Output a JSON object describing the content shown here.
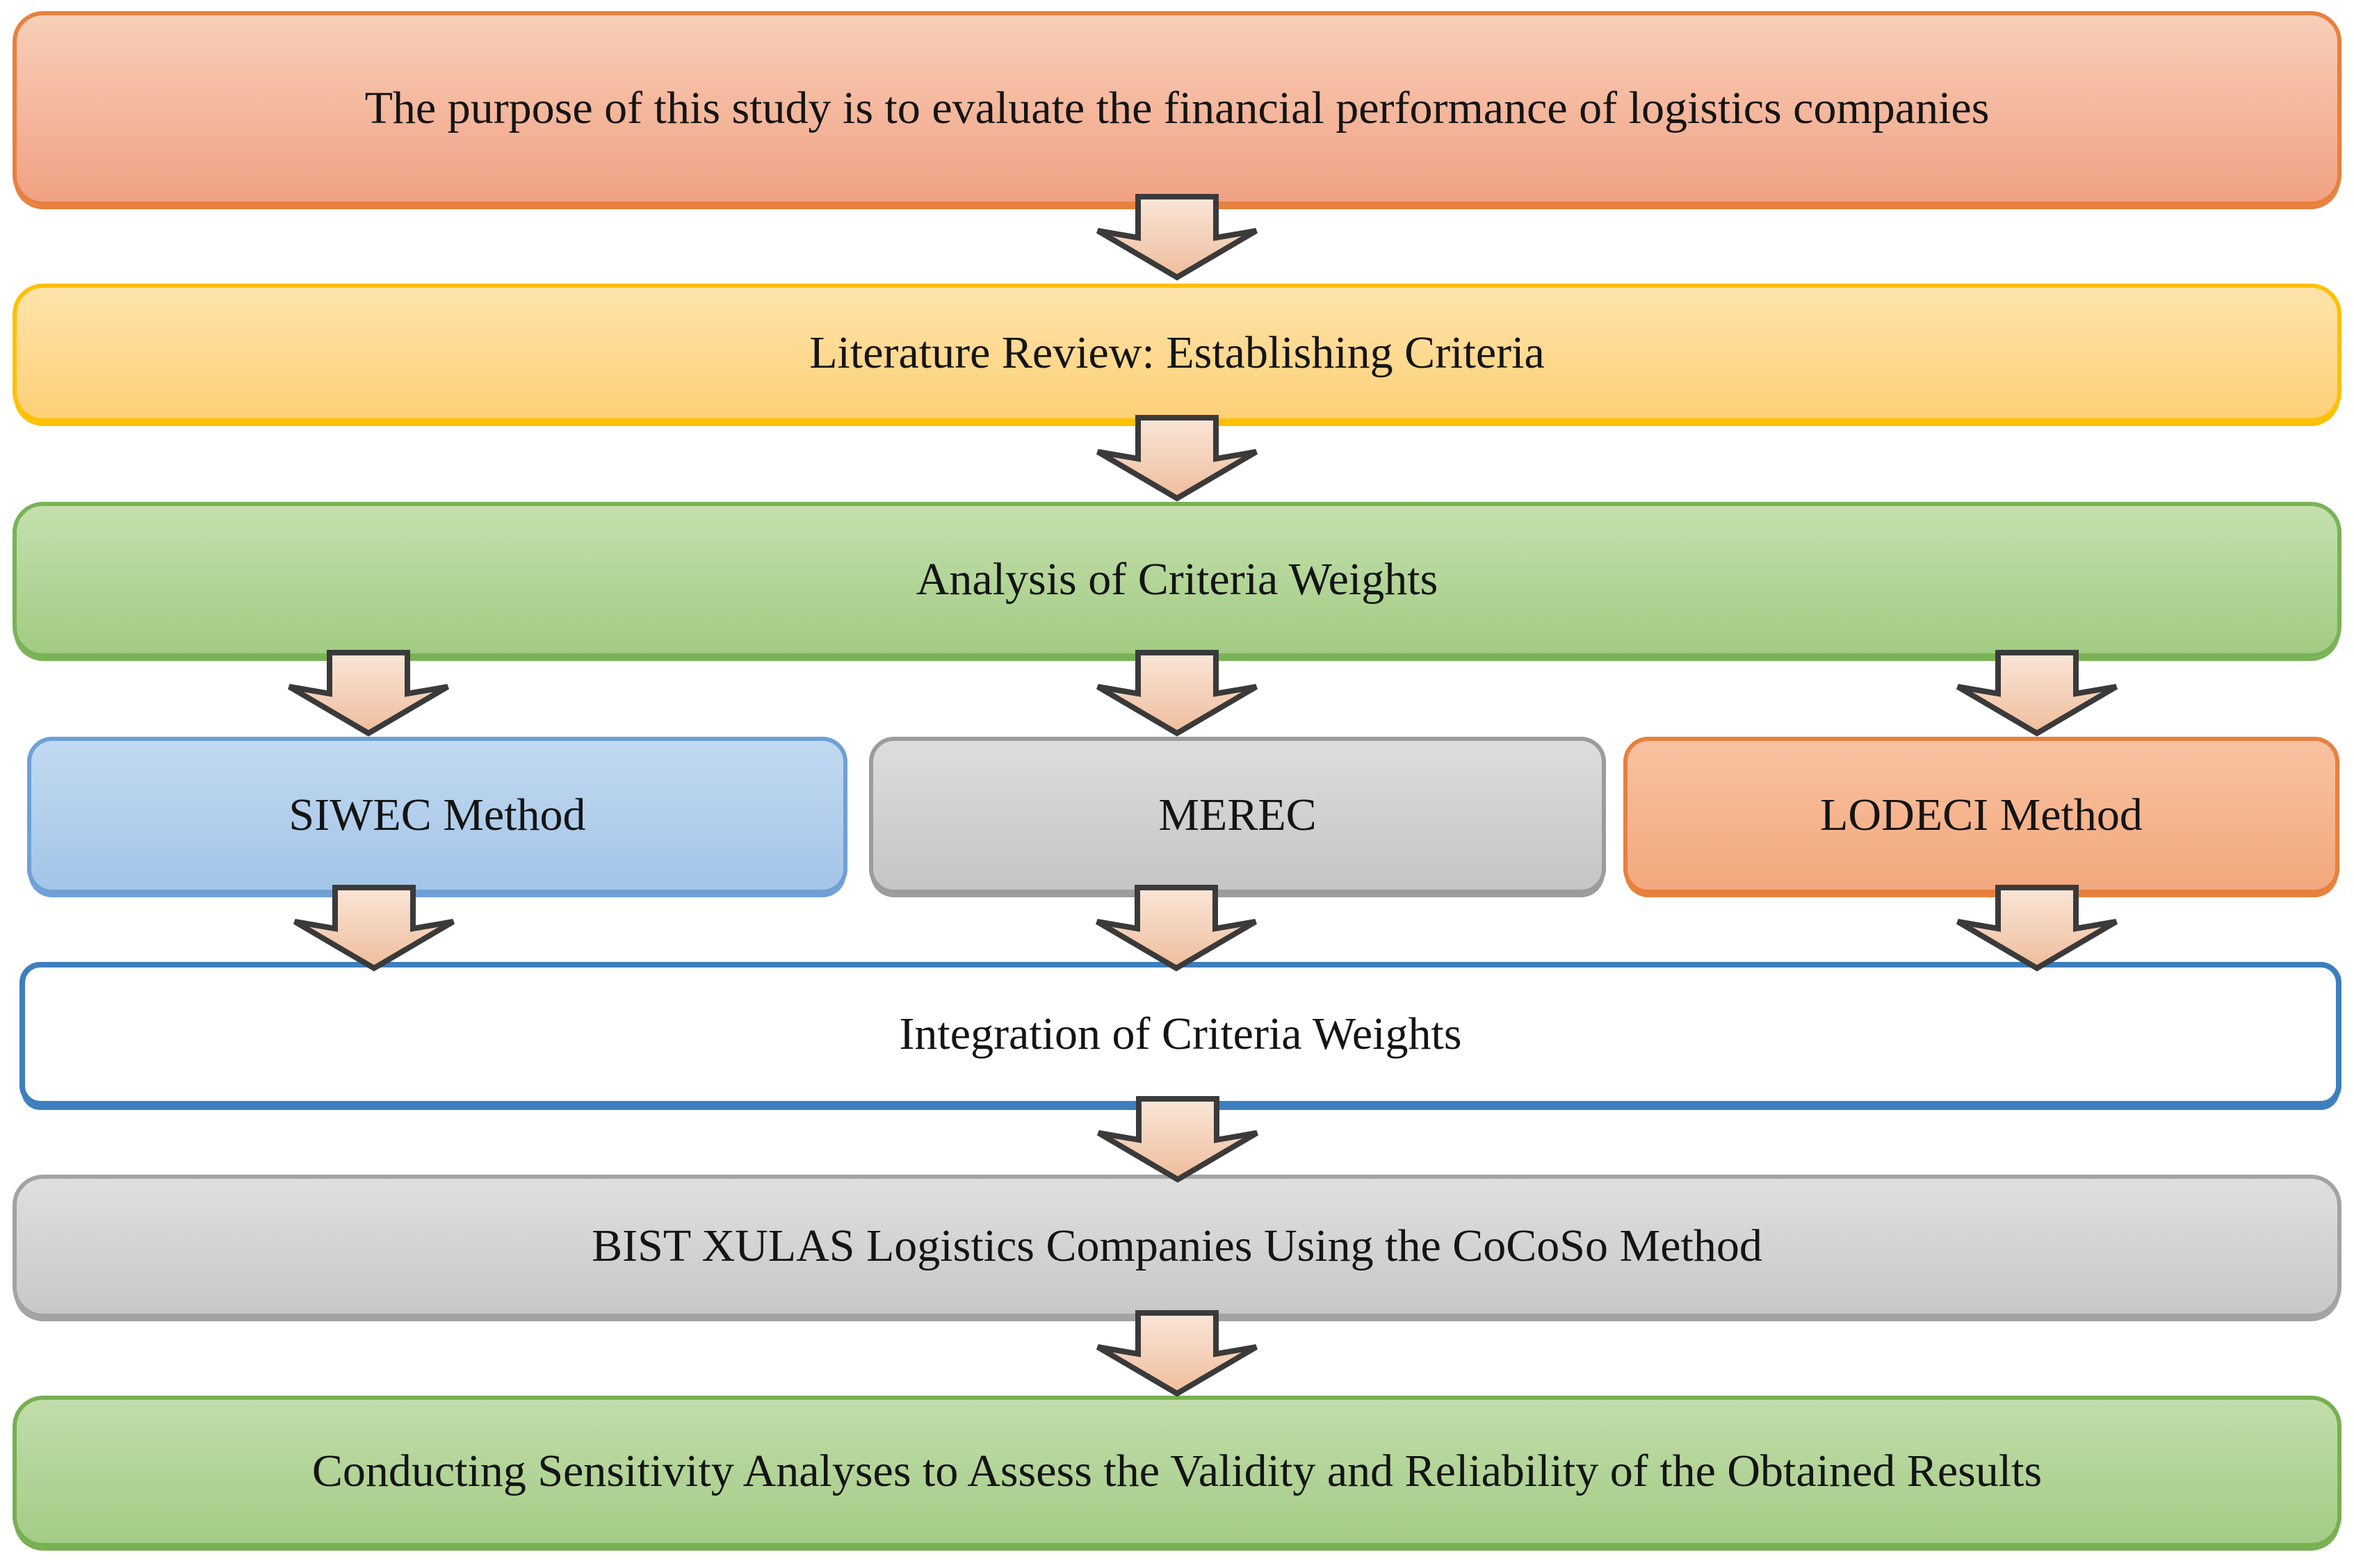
{
  "figure": {
    "type": "flowchart",
    "orientation": "top-down"
  },
  "flowchart": {
    "nodes": [
      {
        "id": "purpose",
        "label": "The purpose of this study is to evaluate the financial performance of logistics companies",
        "fill_top": "#F8CFB8",
        "fill_bottom": "#F1A183",
        "border": "#E8803D"
      },
      {
        "id": "literature",
        "label": "Literature Review: Establishing Criteria",
        "fill_top": "#FEE3AA",
        "fill_bottom": "#FDD078",
        "border": "#FFC000"
      },
      {
        "id": "weights",
        "label": "Analysis of Criteria Weights",
        "fill_top": "#C5E0AE",
        "fill_bottom": "#A2CB83",
        "border": "#79B356"
      },
      {
        "id": "siwec",
        "label": "SIWEC Method",
        "fill_top": "#C2D9F0",
        "fill_bottom": "#A3C5E8",
        "border": "#6FA0D6"
      },
      {
        "id": "merec",
        "label": "MEREC",
        "fill_top": "#DDDDDD",
        "fill_bottom": "#C5C5C5",
        "border": "#9C9C9C"
      },
      {
        "id": "lodeci",
        "label": "LODECI Method",
        "fill_top": "#F8C2A0",
        "fill_bottom": "#F3A87E",
        "border": "#E8803D"
      },
      {
        "id": "integration",
        "label": "Integration of Criteria Weights",
        "fill_top": "#FFFFFF",
        "fill_bottom": "#FFFFFF",
        "border": "#3D7EBF"
      },
      {
        "id": "cocoso",
        "label": "BIST XULAS Logistics Companies Using the CoCoSo Method",
        "fill_top": "#DFDFDF",
        "fill_bottom": "#C8C8C8",
        "border": "#A3A3A3"
      },
      {
        "id": "sensitivity",
        "label": "Conducting Sensitivity Analyses to Assess the Validity and Reliability of the Obtained Results",
        "fill_top": "#C1DDAA",
        "fill_bottom": "#A4CC86",
        "border": "#77B050"
      }
    ],
    "connections": [
      {
        "from": "purpose",
        "to": "literature"
      },
      {
        "from": "literature",
        "to": "weights"
      },
      {
        "from": "weights",
        "to": "siwec"
      },
      {
        "from": "weights",
        "to": "merec"
      },
      {
        "from": "weights",
        "to": "lodeci"
      },
      {
        "from": "siwec",
        "to": "integration"
      },
      {
        "from": "merec",
        "to": "integration"
      },
      {
        "from": "lodeci",
        "to": "integration"
      },
      {
        "from": "integration",
        "to": "cocoso"
      },
      {
        "from": "cocoso",
        "to": "sensitivity"
      }
    ],
    "arrow_style": {
      "outline": "#3A3A3A",
      "fill_top": "#FAE6D8",
      "fill_bottom": "#EFBD9C"
    },
    "text_color": "#141414",
    "background": "#FFFFFF"
  }
}
